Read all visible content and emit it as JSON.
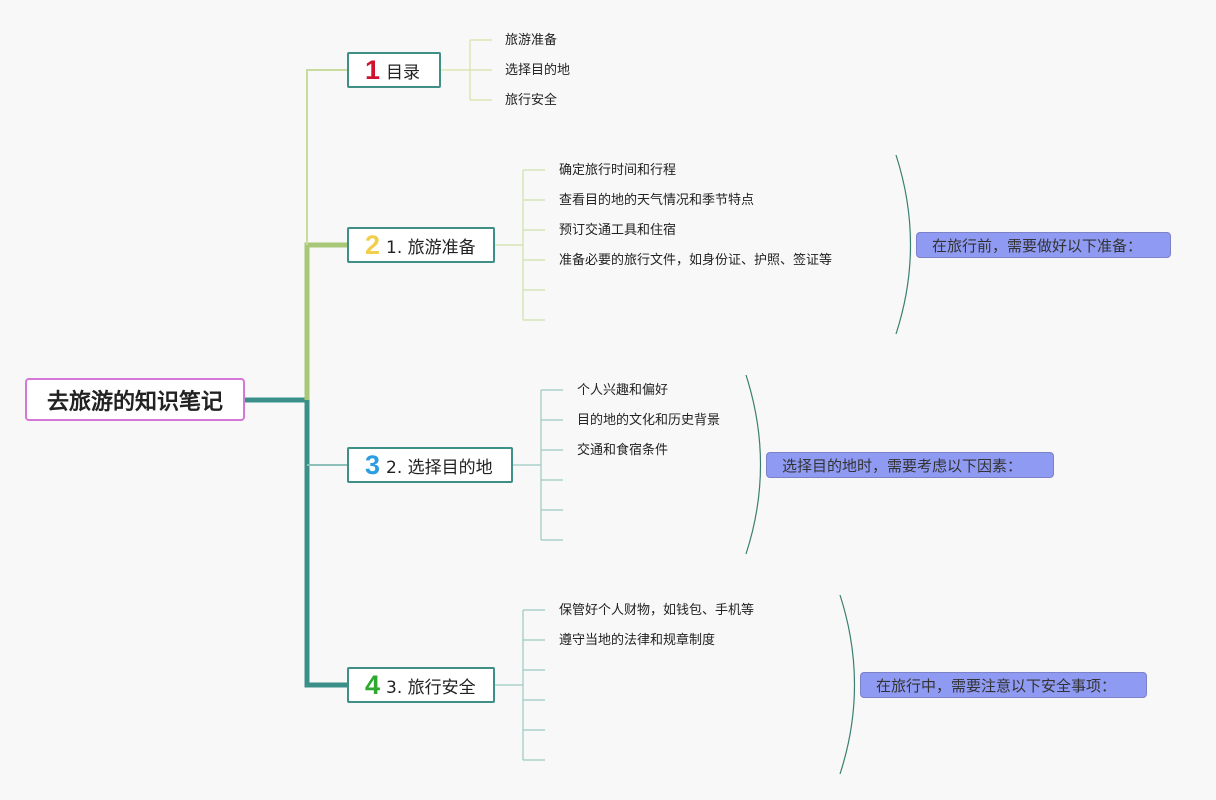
{
  "root": {
    "title": "去旅游的知识笔记"
  },
  "branches": [
    {
      "num": "1",
      "num_color": "#d0122f",
      "label": "目录",
      "children": [
        "旅游准备",
        "选择目的地",
        "旅行安全"
      ]
    },
    {
      "num": "2",
      "num_color": "#f1cf4b",
      "label": "1. 旅游准备",
      "children": [
        "确定旅行时间和行程",
        "查看目的地的天气情况和季节特点",
        "预订交通工具和住宿",
        "准备必要的旅行文件，如身份证、护照、签证等"
      ],
      "summary": "在旅行前，需要做好以下准备："
    },
    {
      "num": "3",
      "num_color": "#2a9ee0",
      "label": "2. 选择目的地",
      "children": [
        "个人兴趣和偏好",
        "目的地的文化和历史背景",
        "交通和食宿条件"
      ],
      "summary": "选择目的地时，需要考虑以下因素："
    },
    {
      "num": "4",
      "num_color": "#2ea82e",
      "label": "3. 旅行安全",
      "children": [
        "保管好个人财物，如钱包、手机等",
        "遵守当地的法律和规章制度"
      ],
      "summary": "在旅行中，需要注意以下安全事项："
    }
  ],
  "colors": {
    "root_border": "#d477d6",
    "upper_trunk": "#a8c878",
    "lower_trunk": "#3a8f88",
    "branch_border": "#3f8f86",
    "summary_fill": "#8f9af2"
  }
}
